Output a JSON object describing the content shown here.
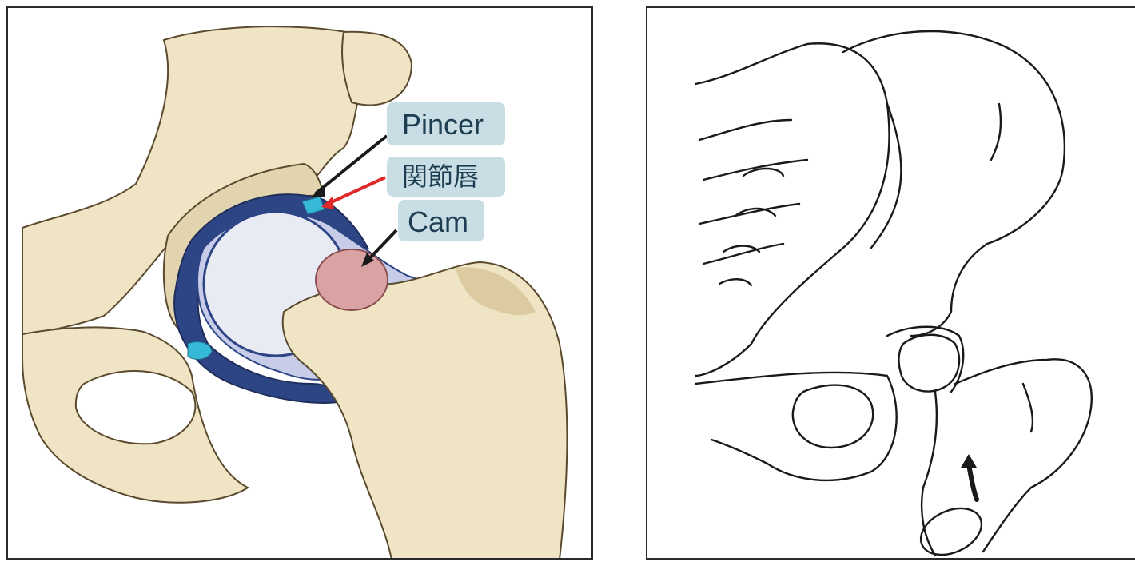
{
  "labels": {
    "pincer": "Pincer",
    "labrum": "関節唇",
    "cam": "Cam"
  },
  "colors": {
    "bone": "#efe4c4",
    "bone_shadow": "#dccaa0",
    "cartilage_dark": "#2e4585",
    "cartilage_light": "#c7cde8",
    "femoral_head": "#e8eaf4",
    "cam_lesion": "#d9a3a3",
    "labrum_tear": "#36b9d9",
    "label_box": "#c9dde4",
    "pointer_black": "#1a1a1a",
    "pointer_red": "#e02a2a",
    "line_art": "#1a1a1a"
  },
  "icons": [
    "curved-arrow-icon"
  ]
}
